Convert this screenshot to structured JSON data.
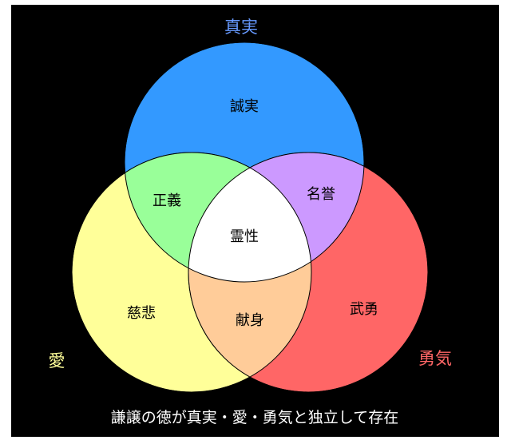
{
  "sets": {
    "truth": {
      "label": "真実",
      "color": "#3399ff",
      "label_color": "#6699ff"
    },
    "love": {
      "label": "愛",
      "color": "#ffff99",
      "label_color": "#ffff99"
    },
    "courage": {
      "label": "勇気",
      "color": "#ff6666",
      "label_color": "#ff6666"
    }
  },
  "regions": {
    "truth_only": {
      "label": "誠実",
      "color": "#3399ff"
    },
    "love_only": {
      "label": "慈悲",
      "color": "#ffff99"
    },
    "courage_only": {
      "label": "武勇",
      "color": "#ff6666"
    },
    "truth_love": {
      "label": "正義",
      "color": "#99ff99"
    },
    "truth_courage": {
      "label": "名誉",
      "color": "#cc99ff"
    },
    "love_courage": {
      "label": "献身",
      "color": "#ffcc99"
    },
    "center": {
      "label": "霊性",
      "color": "#ffffff"
    }
  },
  "caption": "謙譲の徳が真実・愛・勇気と独立して存在",
  "background": "#000000"
}
